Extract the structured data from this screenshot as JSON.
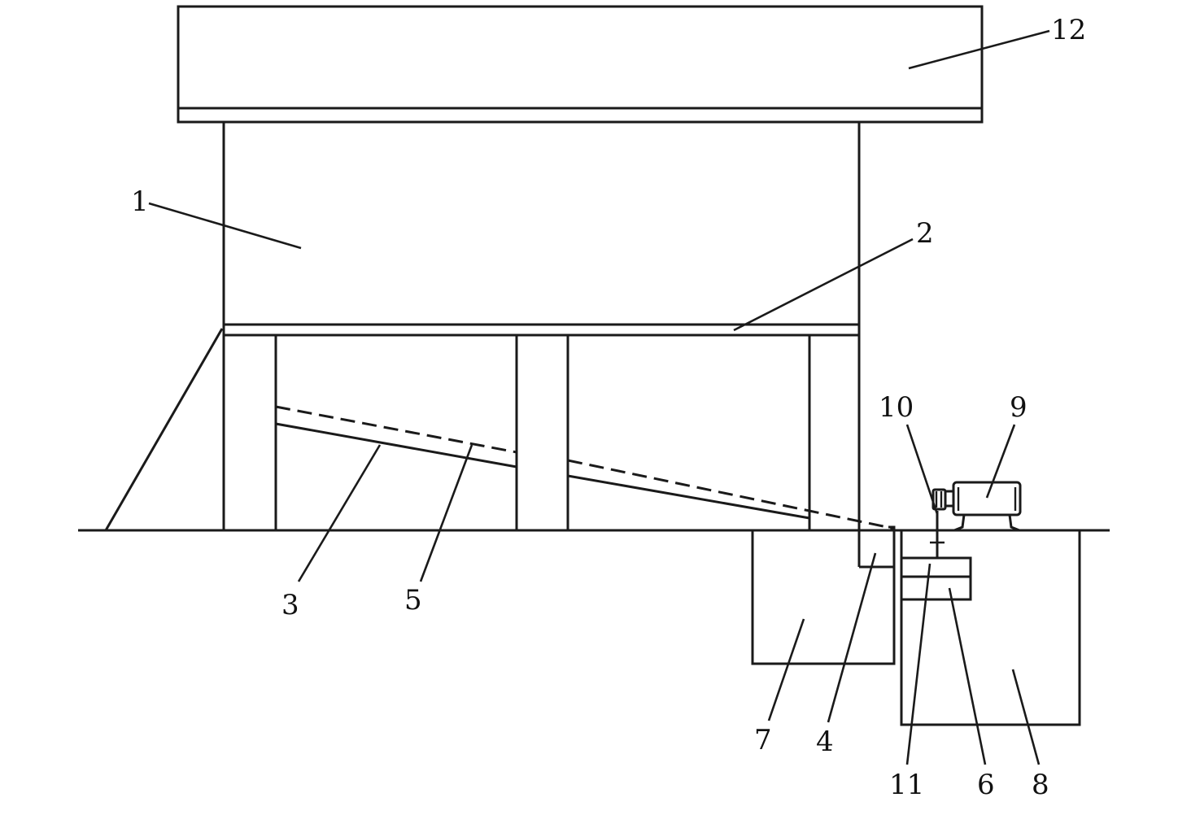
{
  "callouts": [
    {
      "id": "c1",
      "text": "1"
    },
    {
      "id": "c2",
      "text": "2"
    },
    {
      "id": "c3",
      "text": "3"
    },
    {
      "id": "c4",
      "text": "4"
    },
    {
      "id": "c5",
      "text": "5"
    },
    {
      "id": "c6",
      "text": "6"
    },
    {
      "id": "c7",
      "text": "7"
    },
    {
      "id": "c8",
      "text": "8"
    },
    {
      "id": "c9",
      "text": "9"
    },
    {
      "id": "c10",
      "text": "10"
    },
    {
      "id": "c11",
      "text": "11"
    },
    {
      "id": "c12",
      "text": "12"
    }
  ],
  "colors": {
    "line": "#1a1a1a",
    "background": "#ffffff"
  }
}
